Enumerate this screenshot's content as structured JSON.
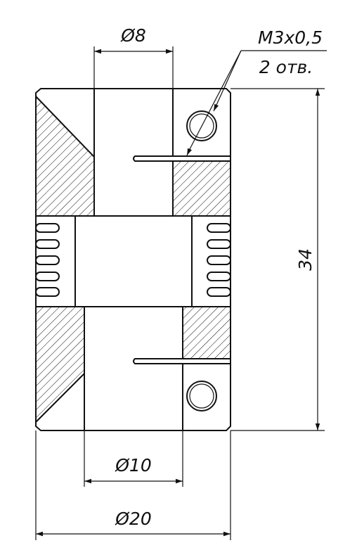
{
  "drawing": {
    "dimensions": {
      "bore_small": "Ø8",
      "bore_large": "Ø10",
      "outer_diameter": "Ø20",
      "length": "34"
    },
    "callout": {
      "thread": "M3x0,5",
      "count": "2 отв."
    }
  }
}
